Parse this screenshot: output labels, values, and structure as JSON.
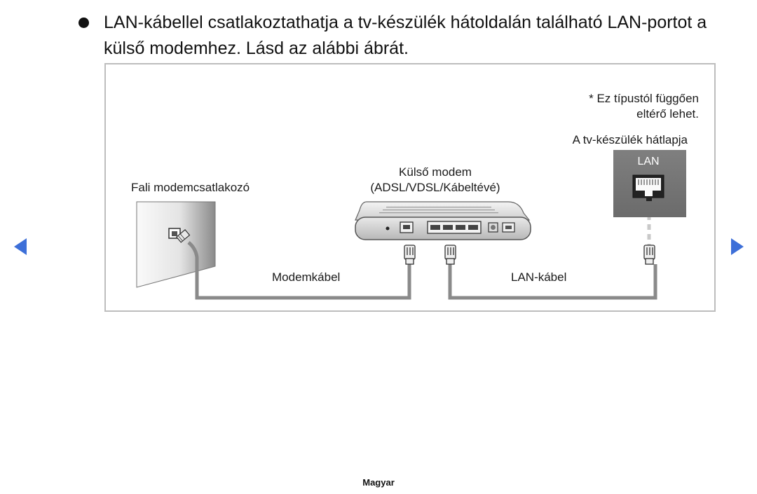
{
  "instruction": {
    "text": "LAN-kábellel csatlakoztathatja a tv-készülék hátoldalán található LAN-portot a külső modemhez. Lásd az alábbi ábrát."
  },
  "figure": {
    "note_line1": "* Ez típustól függően",
    "note_line2": "eltérő lehet.",
    "tv_back_label": "A tv-készülék hátlapja",
    "lan_port_label": "LAN",
    "modem_label_line1": "Külső modem",
    "modem_label_line2": "(ADSL/VDSL/Kábeltévé)",
    "wall_socket_label": "Fali modemcsatlakozó",
    "modem_cable_label": "Modemkábel",
    "lan_cable_label": "LAN-kábel"
  },
  "navigation": {
    "prev_icon": "triangle-left-icon",
    "next_icon": "triangle-right-icon",
    "accent_color": "#3d6fd8"
  },
  "footer": {
    "language": "Magyar"
  }
}
